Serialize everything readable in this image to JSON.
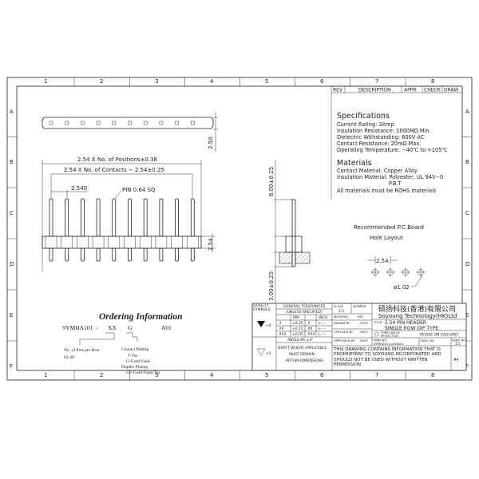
{
  "frame": {
    "columns": [
      "1",
      "2",
      "3",
      "4",
      "5",
      "6",
      "7",
      "8"
    ],
    "rows": [
      "A",
      "B",
      "C",
      "D",
      "E",
      "F"
    ]
  },
  "revision_header": {
    "rev": "REV",
    "description": "DESCRIPTION",
    "appr": "APPR",
    "check": "CHECK",
    "draw": "DRAW"
  },
  "specifications": {
    "title": "Specifications",
    "lines": [
      "Current Rating:   3Amp",
      "Insulation Resistance:  1000MΩ Min.",
      "Dielectric Withstanding:   600V AC",
      "Contact Resistance:   20mΩ Max.",
      "Operating Temperature: −40℃ to +105℃"
    ]
  },
  "materials": {
    "title": "Materials",
    "lines": [
      "Contact Material:  Copper Alloy",
      "Insulation Material:  Polyester, UL 94V−0",
      "P.B.T",
      "All materials must be ROHS materials"
    ]
  },
  "front_view": {
    "height_dim": "2.50",
    "overall_dim": "2.54 X No. of Positions±0.38",
    "contacts_dim": "2.54 X No. of Contacts − 2.54±0.25",
    "pitch_dim": "2.540",
    "pin_label": "PIN 0.64 SQ",
    "body_dim": "2.54"
  },
  "side_view": {
    "upper_dim": "6.00±0.25",
    "lower_dim": "3.00±0.25"
  },
  "pcb_layout": {
    "title": "Recommended P.C.Board",
    "subtitle": "Hole Layout",
    "pitch": "2.54",
    "hole": "ø1.02"
  },
  "ordering": {
    "title": "Ordering Information",
    "code_prefix": "SYMHA101",
    "dash": "-",
    "code_pins": "XX",
    "code_plating": "G",
    "code_suffix": "A01",
    "pins_label": "No. of Pins per Row",
    "pins_range": "02-40",
    "plating_title": "Contact Plating",
    "plating_options": [
      "T-Tin",
      "G-Gold Flash"
    ],
    "duplex_title": "Duplex Plating",
    "duplex_options": [
      "GF-Gold Flash/Tin"
    ]
  },
  "title_block": {
    "quality_symbols": "QUALITY SYMBOLS",
    "tolerances_title": "GENERAL TOLERANCES",
    "tolerances_sub": "(UNLESS SPECIFIED)",
    "mm": "MM",
    "inch": "INCH",
    "tol_rows": [
      [
        ".X",
        "±0.25",
        ".X",
        "±----"
      ],
      [
        ".XX",
        "±0.15",
        ".XX",
        "±----"
      ],
      [
        ".XXX",
        "±0.05",
        ".XXX",
        "±----"
      ]
    ],
    "angular": "ANGULAR ±3°",
    "draft": "DRAFT WHERE APPLICABLE",
    "must": "MUST REMAIN",
    "within": "WITHIN DIMENSIONS",
    "scale_label": "SCALE",
    "scale_value": "1:1",
    "number_label": "NUMBER",
    "material_label": "MATERIAL",
    "rec_label": "REC",
    "drawn_by": "DRAWN BY",
    "checked_by": "CHECKED BY",
    "approved_by": "APPROVED BY",
    "date": "DATE",
    "company_cn": "硕扬科技(香港)有限公司",
    "company_en": "Soyoung Technology(HK)Ltd",
    "title_label": "TITLE:",
    "title_line1": "2.54 PIN HEADER",
    "title_line2": "SINGLE ROW DIP TYPE",
    "projection": "THIRD ANGLE PROJECTION",
    "revise": "REVISE ON CAD ONLY",
    "part_no_label": "PART NO.",
    "part_no": "SYMHA101-XXGA01",
    "dwg_no_label": "DWG NO.",
    "sheet_label": "SHEET NO.",
    "sheet_value": "1/1",
    "notice": "THIS DRAWING CONTAINS INFORMATION THAT IS PROPRIETARY TO SOYOUNG INCORPORATED AND SHOULD NOT BE USED WITHOUT WRITTEN PERMISSION",
    "size": "A4",
    "sym1": "+0",
    "sym2": "+0"
  }
}
